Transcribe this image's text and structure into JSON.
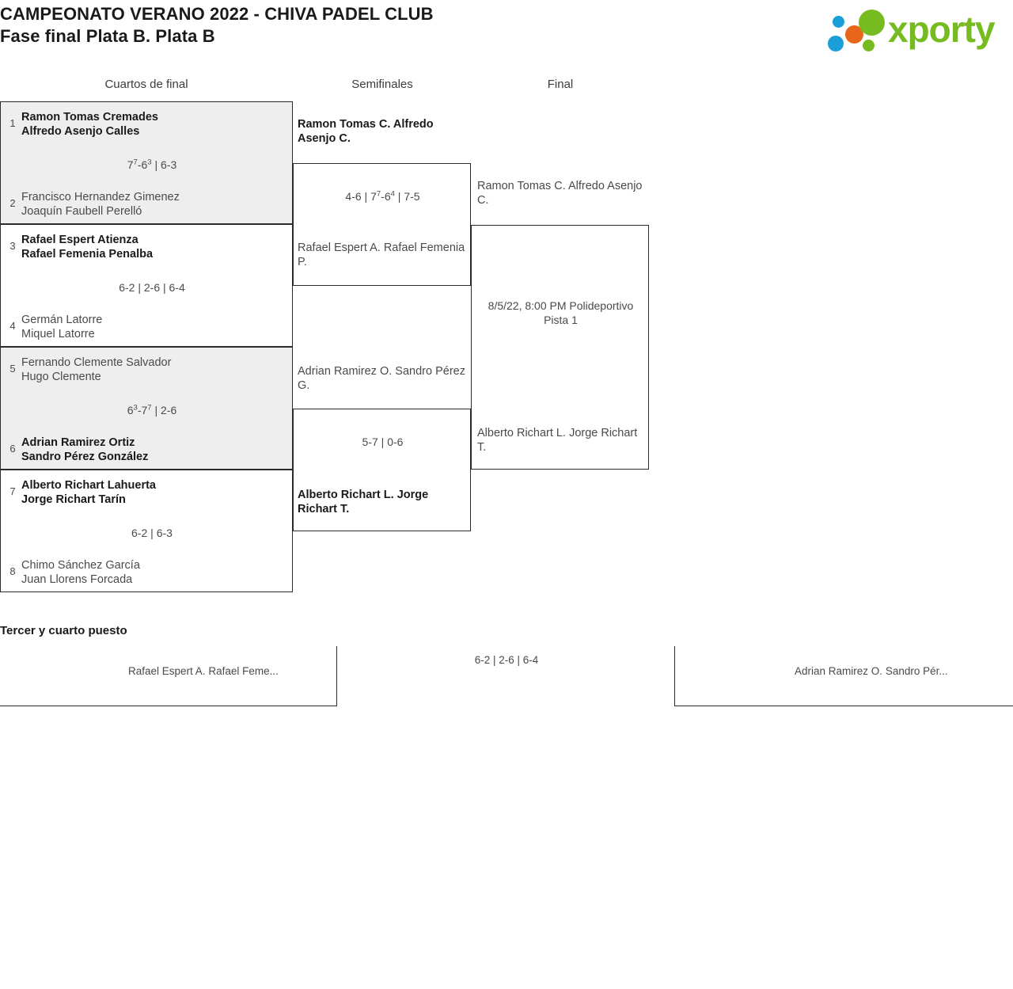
{
  "header": {
    "title_line1": "CAMPEONATO VERANO 2022 - CHIVA PADEL CLUB",
    "title_line2": "Fase final Plata B. Plata B",
    "logo_text": "xporty",
    "logo_colors": {
      "green": "#76bc21",
      "blue": "#1a9ed9",
      "orange": "#e8661a"
    }
  },
  "rounds": [
    {
      "label": "Cuartos de final"
    },
    {
      "label": "Semifinales"
    },
    {
      "label": "Final"
    }
  ],
  "quarterfinals": [
    {
      "shaded": true,
      "top": {
        "seed": "1",
        "player1": "Ramon Tomas Cremades",
        "player2": "Alfredo Asenjo Calles",
        "winner": true
      },
      "bottom": {
        "seed": "2",
        "player1": "Francisco Hernandez Gimenez",
        "player2": "Joaquín Faubell Perelló",
        "winner": false
      },
      "score": "7⁷-6³ | 6-3",
      "score_sets": [
        {
          "games": "7-6",
          "tb_top": "7",
          "tb_bottom": "3"
        },
        {
          "games": "6-3"
        }
      ]
    },
    {
      "shaded": false,
      "top": {
        "seed": "3",
        "player1": "Rafael Espert Atienza",
        "player2": "Rafael Femenia Penalba",
        "winner": true
      },
      "bottom": {
        "seed": "4",
        "player1": "Germán Latorre",
        "player2": "Miquel Latorre",
        "winner": false
      },
      "score": "6-2 | 2-6 | 6-4",
      "score_sets": [
        {
          "games": "6-2"
        },
        {
          "games": "2-6"
        },
        {
          "games": "6-4"
        }
      ]
    },
    {
      "shaded": true,
      "top": {
        "seed": "5",
        "player1": "Fernando Clemente Salvador",
        "player2": "Hugo Clemente",
        "winner": false
      },
      "bottom": {
        "seed": "6",
        "player1": "Adrian Ramirez Ortiz",
        "player2": "Sandro Pérez González",
        "winner": true
      },
      "score": "6³-7⁷ | 2-6",
      "score_sets": [
        {
          "games": "6-7",
          "tb_top": "3",
          "tb_bottom": "7"
        },
        {
          "games": "2-6"
        }
      ]
    },
    {
      "shaded": false,
      "top": {
        "seed": "7",
        "player1": "Alberto Richart Lahuerta",
        "player2": "Jorge Richart Tarín",
        "winner": true
      },
      "bottom": {
        "seed": "8",
        "player1": "Chimo Sánchez García",
        "player2": "Juan Llorens Forcada",
        "winner": false
      },
      "score": "6-2 | 6-3",
      "score_sets": [
        {
          "games": "6-2"
        },
        {
          "games": "6-3"
        }
      ]
    }
  ],
  "semifinals": [
    {
      "score": "4-6 | 7⁷-6⁴ | 7-5",
      "top": {
        "player1": "Ramon Tomas C.",
        "player2": "Alfredo Asenjo C.",
        "winner": true
      },
      "bottom": {
        "player1": "Rafael Espert A.",
        "player2": "Rafael Femenia P.",
        "winner": false
      }
    },
    {
      "score": "5-7 | 0-6",
      "top": {
        "player1": "Adrian Ramirez O.",
        "player2": "Sandro Pérez G.",
        "winner": false
      },
      "bottom": {
        "player1": "Alberto Richart L.",
        "player2": "Jorge Richart T.",
        "winner": true
      }
    }
  ],
  "final": {
    "schedule": "8/5/22, 8:00 PM Polideportivo Pista 1",
    "top": {
      "player1": "Ramon Tomas C.",
      "player2": "Alfredo Asenjo C.",
      "winner": false
    },
    "bottom": {
      "player1": "Alberto Richart L.",
      "player2": "Jorge Richart T.",
      "winner": false
    }
  },
  "third_place": {
    "title": "Tercer y cuarto puesto",
    "score": "6-2 | 2-6 | 6-4",
    "left": {
      "player1": "Rafael Espert A.",
      "player2": "Rafael Feme..."
    },
    "right": {
      "player1": "Adrian Ramirez O.",
      "player2": "Sandro Pér..."
    }
  }
}
